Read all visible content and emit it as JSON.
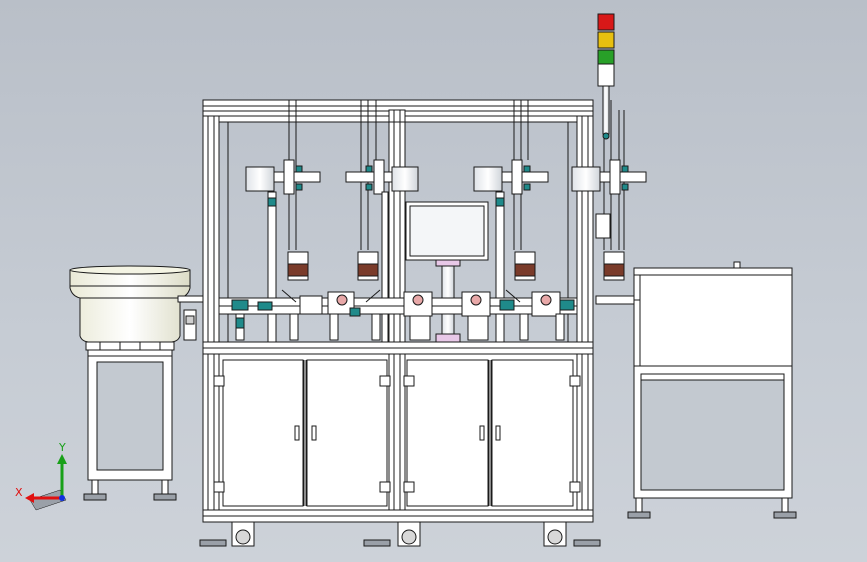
{
  "viewport": {
    "background_top": "#b9bfc8",
    "background_bottom": "#cdd2d9"
  },
  "axis_triad": {
    "x_label": "X",
    "y_label": "Y",
    "x_color": "#e01010",
    "y_color": "#18a018",
    "z_color": "#1030e0"
  },
  "signal_tower": {
    "lights": [
      "#d81818",
      "#e8c010",
      "#28a028"
    ]
  },
  "colors": {
    "frame": "#ffffff",
    "outline": "#1a1a1a",
    "teal_parts": "#1f8a8a",
    "brown_parts": "#7a3b2a",
    "pink_parts": "#e8a8a8",
    "bowl": "#fafae8"
  },
  "components": {
    "main_machine": "assembly-machine",
    "vibratory_feeder": "vibratory-bowl-feeder",
    "side_cabinet": "side-cabinet",
    "hmi_screen": "touch-screen"
  }
}
